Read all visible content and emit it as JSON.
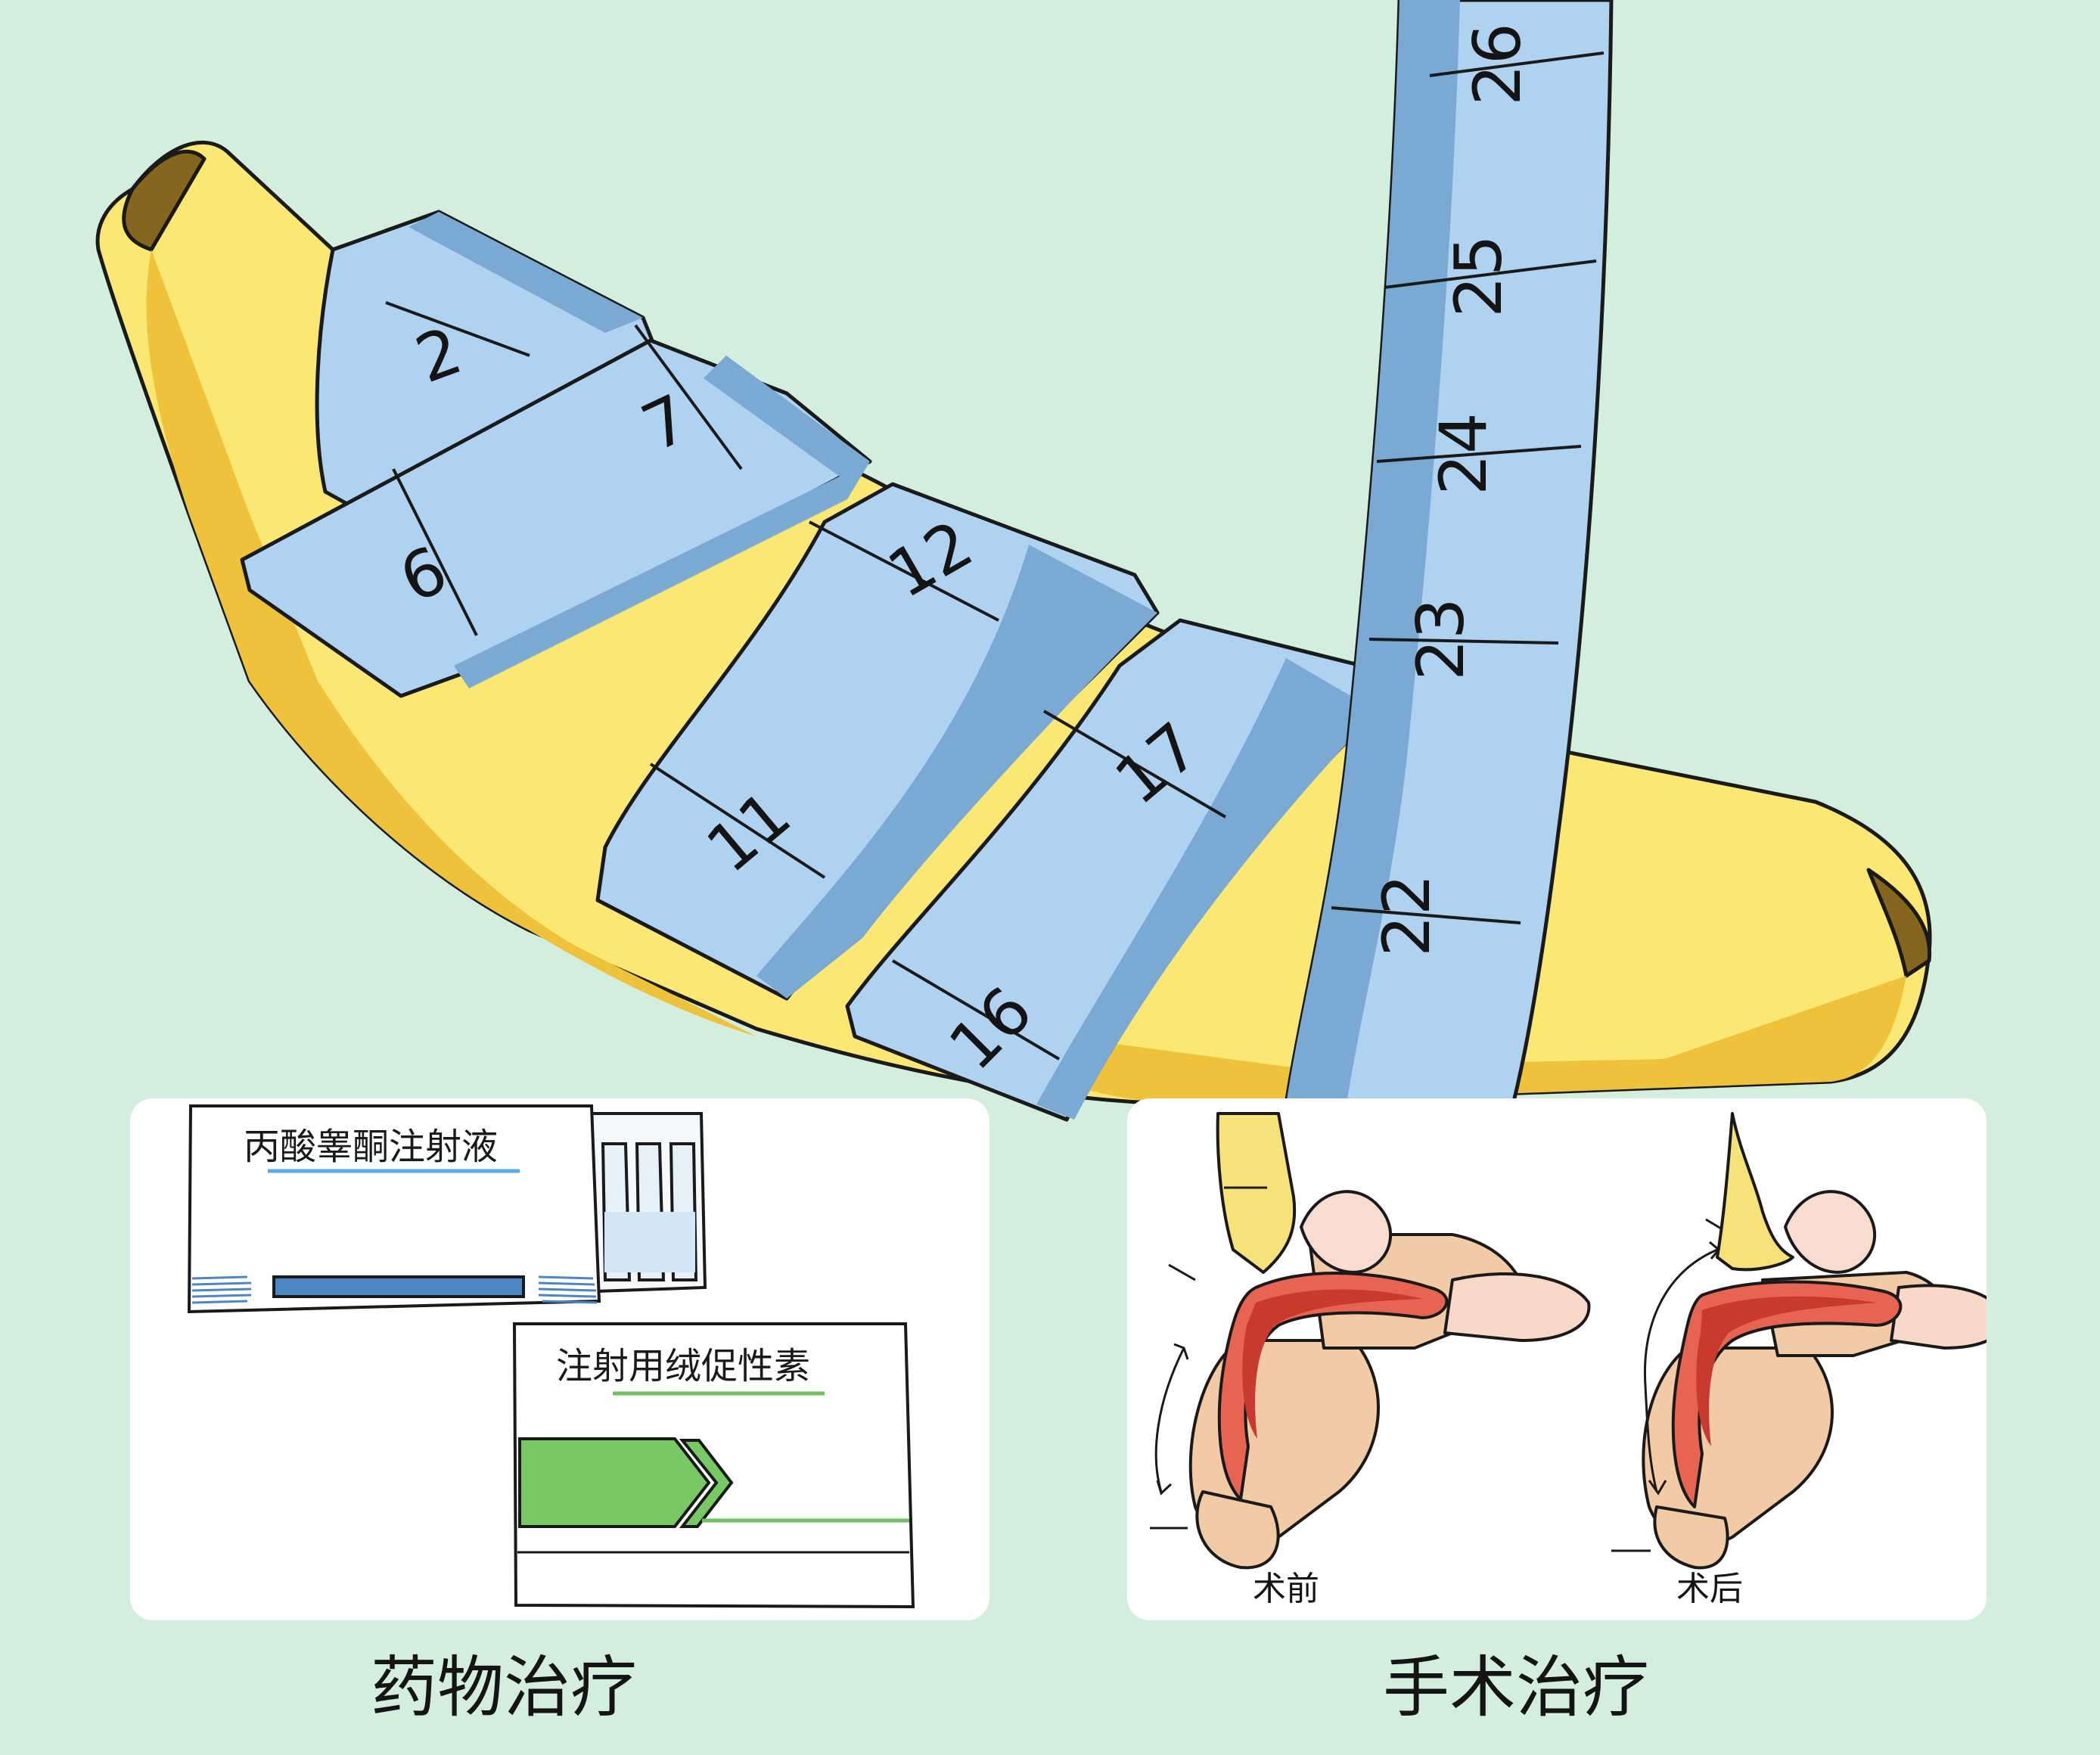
{
  "tape_marks": [
    "2",
    "7",
    "6",
    "12",
    "11",
    "17",
    "16",
    "26",
    "25",
    "24",
    "23",
    "22"
  ],
  "drug_panel": {
    "box1_label": "丙酸睾酮注射液",
    "box2_label": "注射用绒促性素",
    "caption": "药物治疗"
  },
  "surgery_panel": {
    "before_label": "术前",
    "after_label": "术后",
    "caption": "手术治疗"
  },
  "colors": {
    "background": "#d3eedd",
    "object_yellow": "#fbe774",
    "tape_light": "#aed2f0",
    "tape_dark": "#7aaad3",
    "accent_blue": "#4d86c4",
    "accent_green": "#78c866"
  }
}
